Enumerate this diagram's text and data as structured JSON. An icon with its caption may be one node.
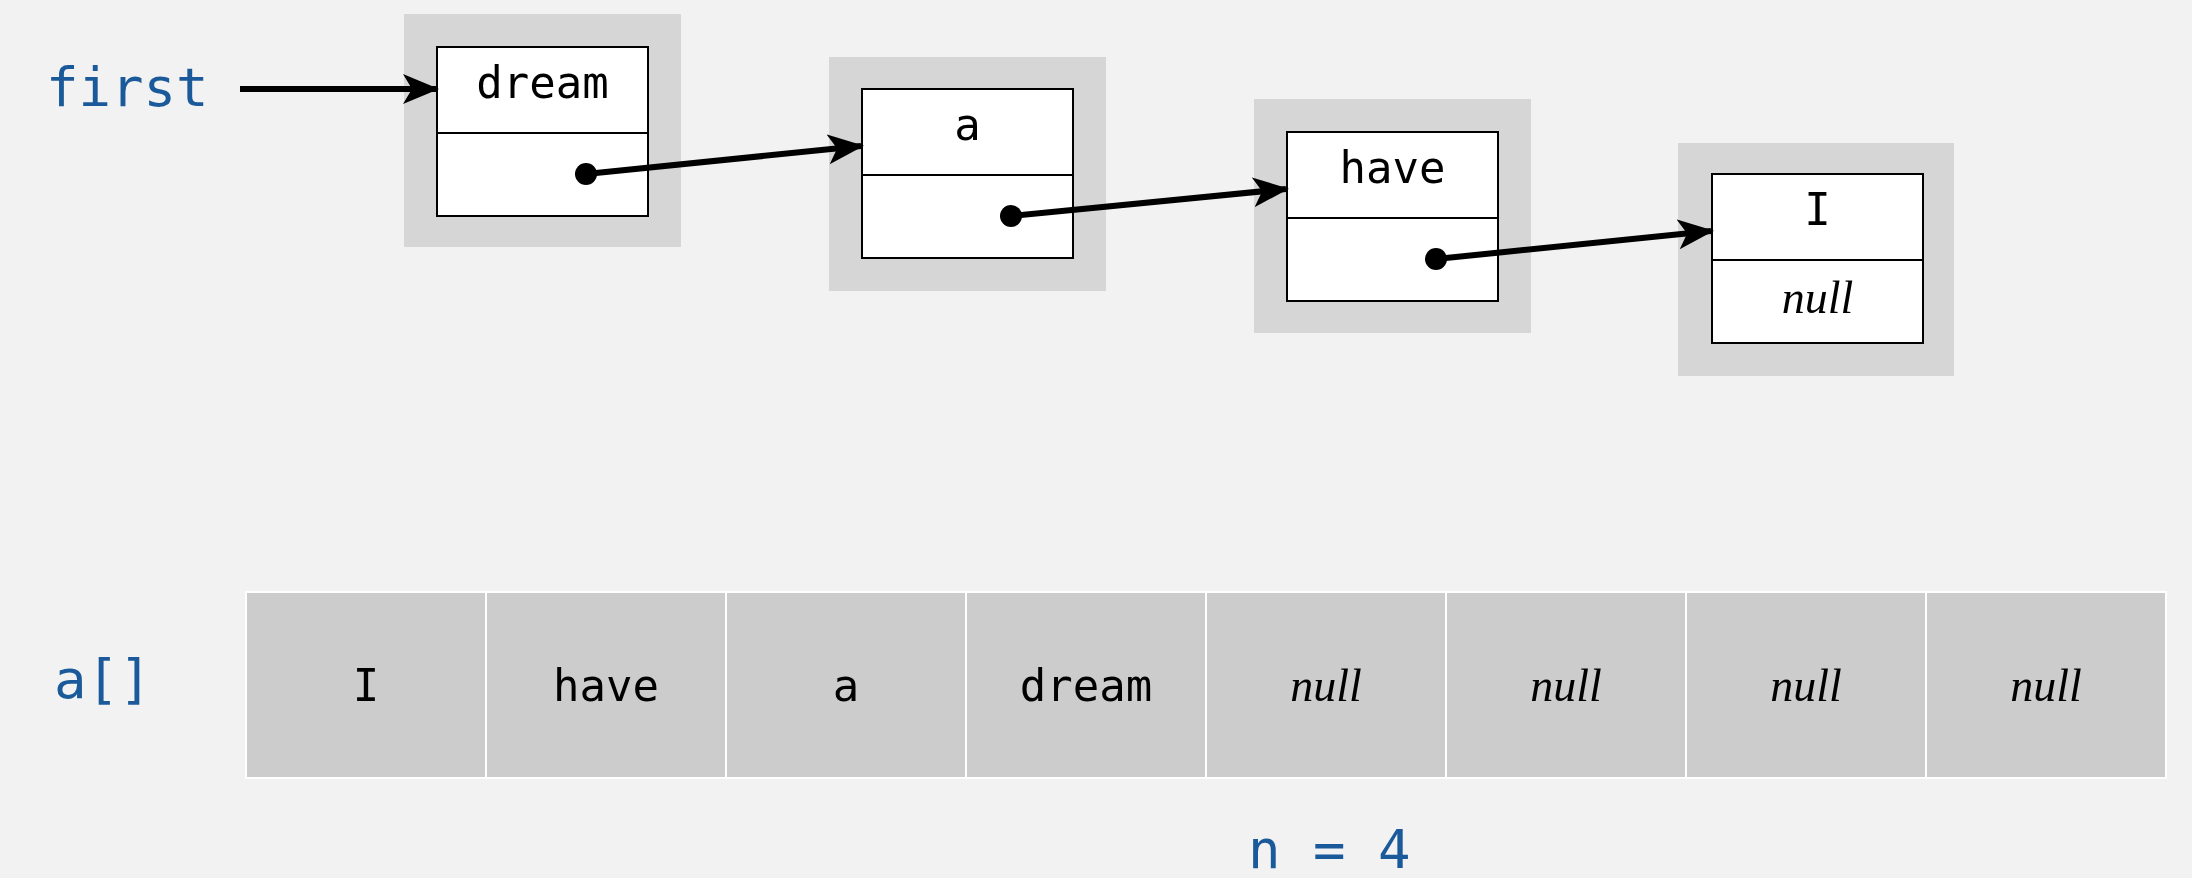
{
  "diagram": {
    "nodes": [
      {
        "text": [
          "first"
        ]
      },
      {
        "text": [
          "dream"
        ]
      },
      {
        "text": [
          "a"
        ]
      },
      {
        "text": [
          "have"
        ]
      },
      {
        "text": [
          "I",
          "null"
        ]
      }
    ],
    "edges": [
      {
        "from": 0,
        "to": 1,
        "arrow": "to"
      },
      {
        "from": 1,
        "to": 2,
        "arrow": "to"
      },
      {
        "from": 2,
        "to": 3,
        "arrow": "to"
      },
      {
        "from": 3,
        "to": 4,
        "arrow": "to"
      }
    ],
    "labels": [
      "a[]",
      "I",
      "have",
      "a",
      "dream",
      "null",
      "null",
      "null",
      "null",
      "n = 4"
    ]
  }
}
